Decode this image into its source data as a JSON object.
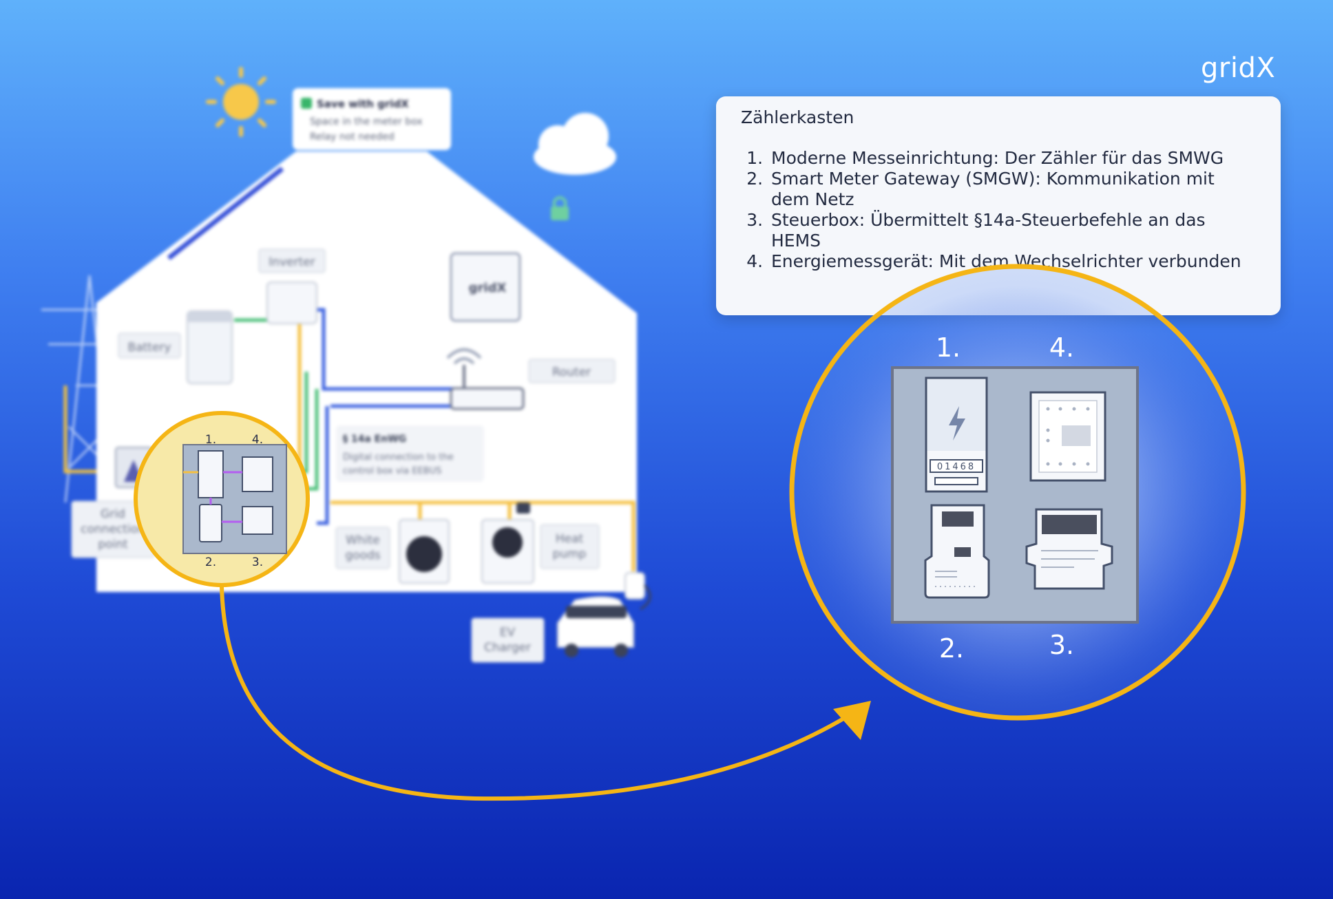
{
  "brand": {
    "logo": "gridX"
  },
  "infobox": {
    "title": "Zählerkasten",
    "items": [
      "Moderne Messeinrichtung: Der Zähler für das SMWG",
      "Smart Meter Gateway (SMGW): Kommunikation mit dem Netz",
      "Steuerbox: Übermittelt §14a-Steuerbefehle an das HEMS",
      "Energiemessgerät: Mit dem Wechselrichter verbunden"
    ]
  },
  "house": {
    "save_title": "Save with gridX",
    "save_points": [
      "Space in the meter box",
      "Relay not needed"
    ],
    "labels": {
      "inverter": "Inverter",
      "battery": "Battery",
      "router": "Router",
      "gridx_box": "gridX",
      "eebus_title": "§ 14a EnWG",
      "eebus_line1": "Digital connection to the",
      "eebus_line2": "control box via EEBUS",
      "grid1": "Grid",
      "grid2": "connection",
      "grid3": "point",
      "white1": "White",
      "white2": "goods",
      "heat1": "Heat",
      "heat2": "pump",
      "ev1": "EV",
      "ev2": "Charger"
    }
  },
  "meter": {
    "small_numbers": [
      "1.",
      "4.",
      "2.",
      "3."
    ],
    "big_numbers": [
      "1.",
      "4.",
      "2.",
      "3."
    ],
    "display_digits": "01468"
  },
  "colors": {
    "accent": "#f5b515",
    "panel": "#aab8cc",
    "green": "#4cc07a",
    "blue": "#3d63e0",
    "violet": "#b45ef0"
  }
}
